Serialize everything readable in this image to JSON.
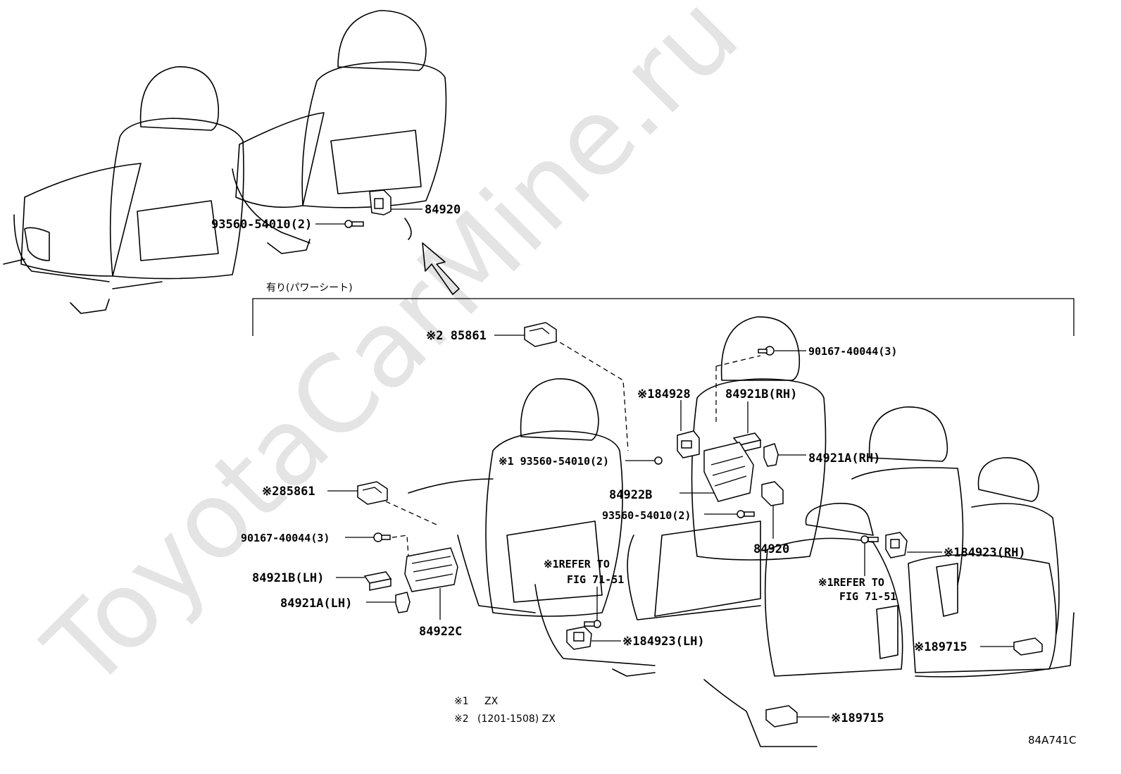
{
  "watermark": "ToyotaCarMine.ru",
  "figure_code": "84A741C",
  "bracket_caption": "有り(パワーシート)",
  "notes": [
    {
      "mark": "※1",
      "text": "ZX"
    },
    {
      "mark": "※2",
      "text": "(1201-1508) ZX"
    }
  ],
  "labels": {
    "l84920_top": "84920",
    "l93560_top": "93560-54010(2)",
    "l85861_top": "※2 85861",
    "l90167_right": "90167-40044(3)",
    "l84928": "※184928",
    "l84921b_rh": "84921B(RH)",
    "l84921a_rh": "84921A(RH)",
    "l93560_mid1": "※1 93560-54010(2)",
    "l84922b": "84922B",
    "l93560_mid2": "93560-54010(2)",
    "l84920_mid": "84920",
    "l85861_left": "※285861",
    "l90167_left": "90167-40044(3)",
    "l84921b_lh": "84921B(LH)",
    "l84921a_lh": "84921A(LH)",
    "l84922c": "84922C",
    "l_refer1_a": "※1REFER TO",
    "l_refer1_b": "FIG 71-51",
    "l_refer2_a": "※1REFER TO",
    "l_refer2_b": "FIG 71-51",
    "l84923_lh": "※184923(LH)",
    "l84923_rh": "※184923(RH)",
    "l89715_right": "※189715",
    "l89715_bottom": "※189715"
  }
}
